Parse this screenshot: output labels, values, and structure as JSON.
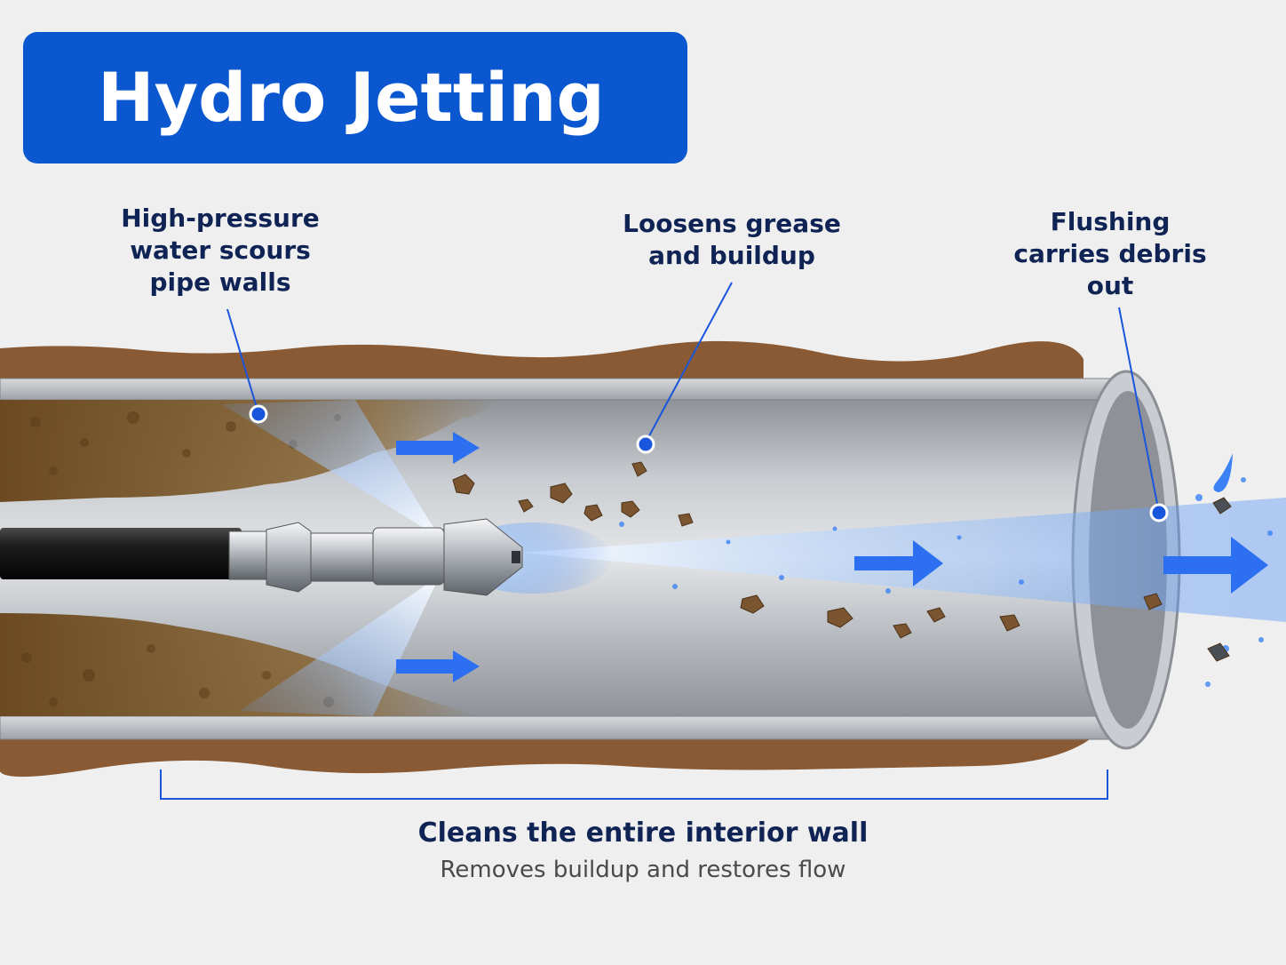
{
  "title": "Hydro Jetting",
  "callouts": {
    "scour": [
      "High-pressure",
      "water scours",
      "pipe walls"
    ],
    "loosen": [
      "Loosens grease",
      "and buildup"
    ],
    "flush": [
      "Flushing",
      "carries debris",
      "out"
    ]
  },
  "caption": {
    "main": "Cleans the entire interior wall",
    "sub": "Removes buildup and restores flow"
  },
  "colors": {
    "accent": "#0b57d0",
    "text_dark": "#0f2455",
    "soil": "#8a5a34",
    "pipe": "#b8bcc2",
    "water": "#3b82f6"
  }
}
